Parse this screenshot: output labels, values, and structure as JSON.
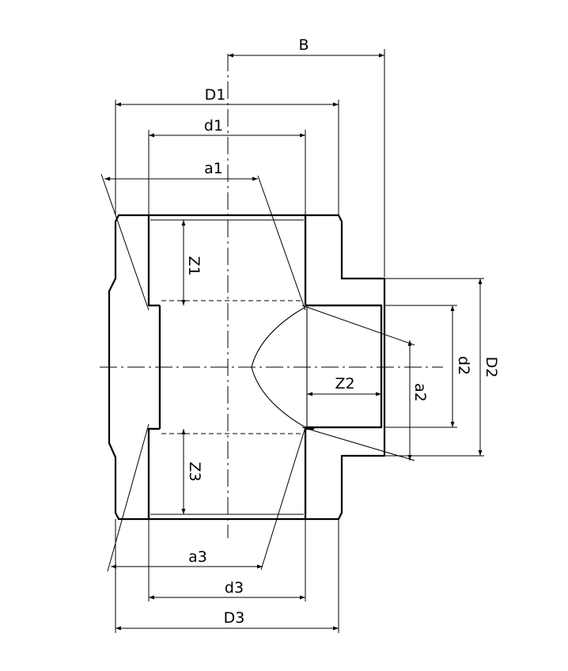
{
  "labels": {
    "B": "B",
    "D1": "D1",
    "d1": "d1",
    "a1": "a1",
    "Z1": "Z1",
    "Z2": "Z2",
    "a2": "a2",
    "d2": "d2",
    "D2": "D2",
    "Z3": "Z3",
    "a3": "a3",
    "d3": "d3",
    "D3": "D3"
  }
}
